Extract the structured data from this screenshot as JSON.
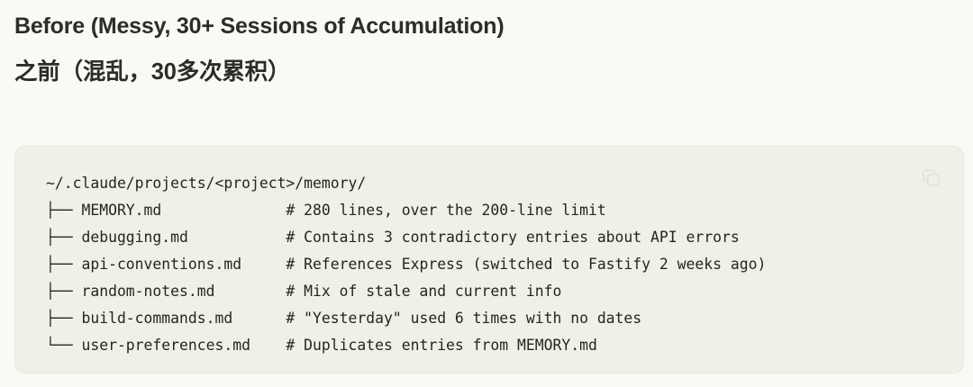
{
  "headings": {
    "english": "Before (Messy, 30+ Sessions of Accumulation)",
    "chinese": "之前（混乱，30多次累积）"
  },
  "code_block": {
    "copy_icon": "copy-icon",
    "root_path": "~/.claude/projects/<project>/memory/",
    "entries": [
      {
        "branch": "├──",
        "name": "MEMORY.md",
        "comment": "# 280 lines, over the 200-line limit"
      },
      {
        "branch": "├──",
        "name": "debugging.md",
        "comment": "# Contains 3 contradictory entries about API errors"
      },
      {
        "branch": "├──",
        "name": "api-conventions.md",
        "comment": "# References Express (switched to Fastify 2 weeks ago)"
      },
      {
        "branch": "├──",
        "name": "random-notes.md",
        "comment": "# Mix of stale and current info"
      },
      {
        "branch": "├──",
        "name": "build-commands.md",
        "comment": "# \"Yesterday\" used 6 times with no dates"
      },
      {
        "branch": "└──",
        "name": "user-preferences.md",
        "comment": "# Duplicates entries from MEMORY.md"
      }
    ],
    "lines": [
      "~/.claude/projects/<project>/memory/",
      "├── MEMORY.md              # 280 lines, over the 200-line limit",
      "├── debugging.md           # Contains 3 contradictory entries about API errors",
      "├── api-conventions.md     # References Express (switched to Fastify 2 weeks ago)",
      "├── random-notes.md        # Mix of stale and current info",
      "├── build-commands.md      # \"Yesterday\" used 6 times with no dates",
      "└── user-preferences.md    # Duplicates entries from MEMORY.md"
    ]
  },
  "colors": {
    "page_background": "#faf9f5",
    "code_background": "#f0f0e7",
    "code_border": "#e8e8dd",
    "heading_text": "#2d2d27",
    "code_text": "#26261f",
    "copy_icon": "#e3e3d7"
  }
}
